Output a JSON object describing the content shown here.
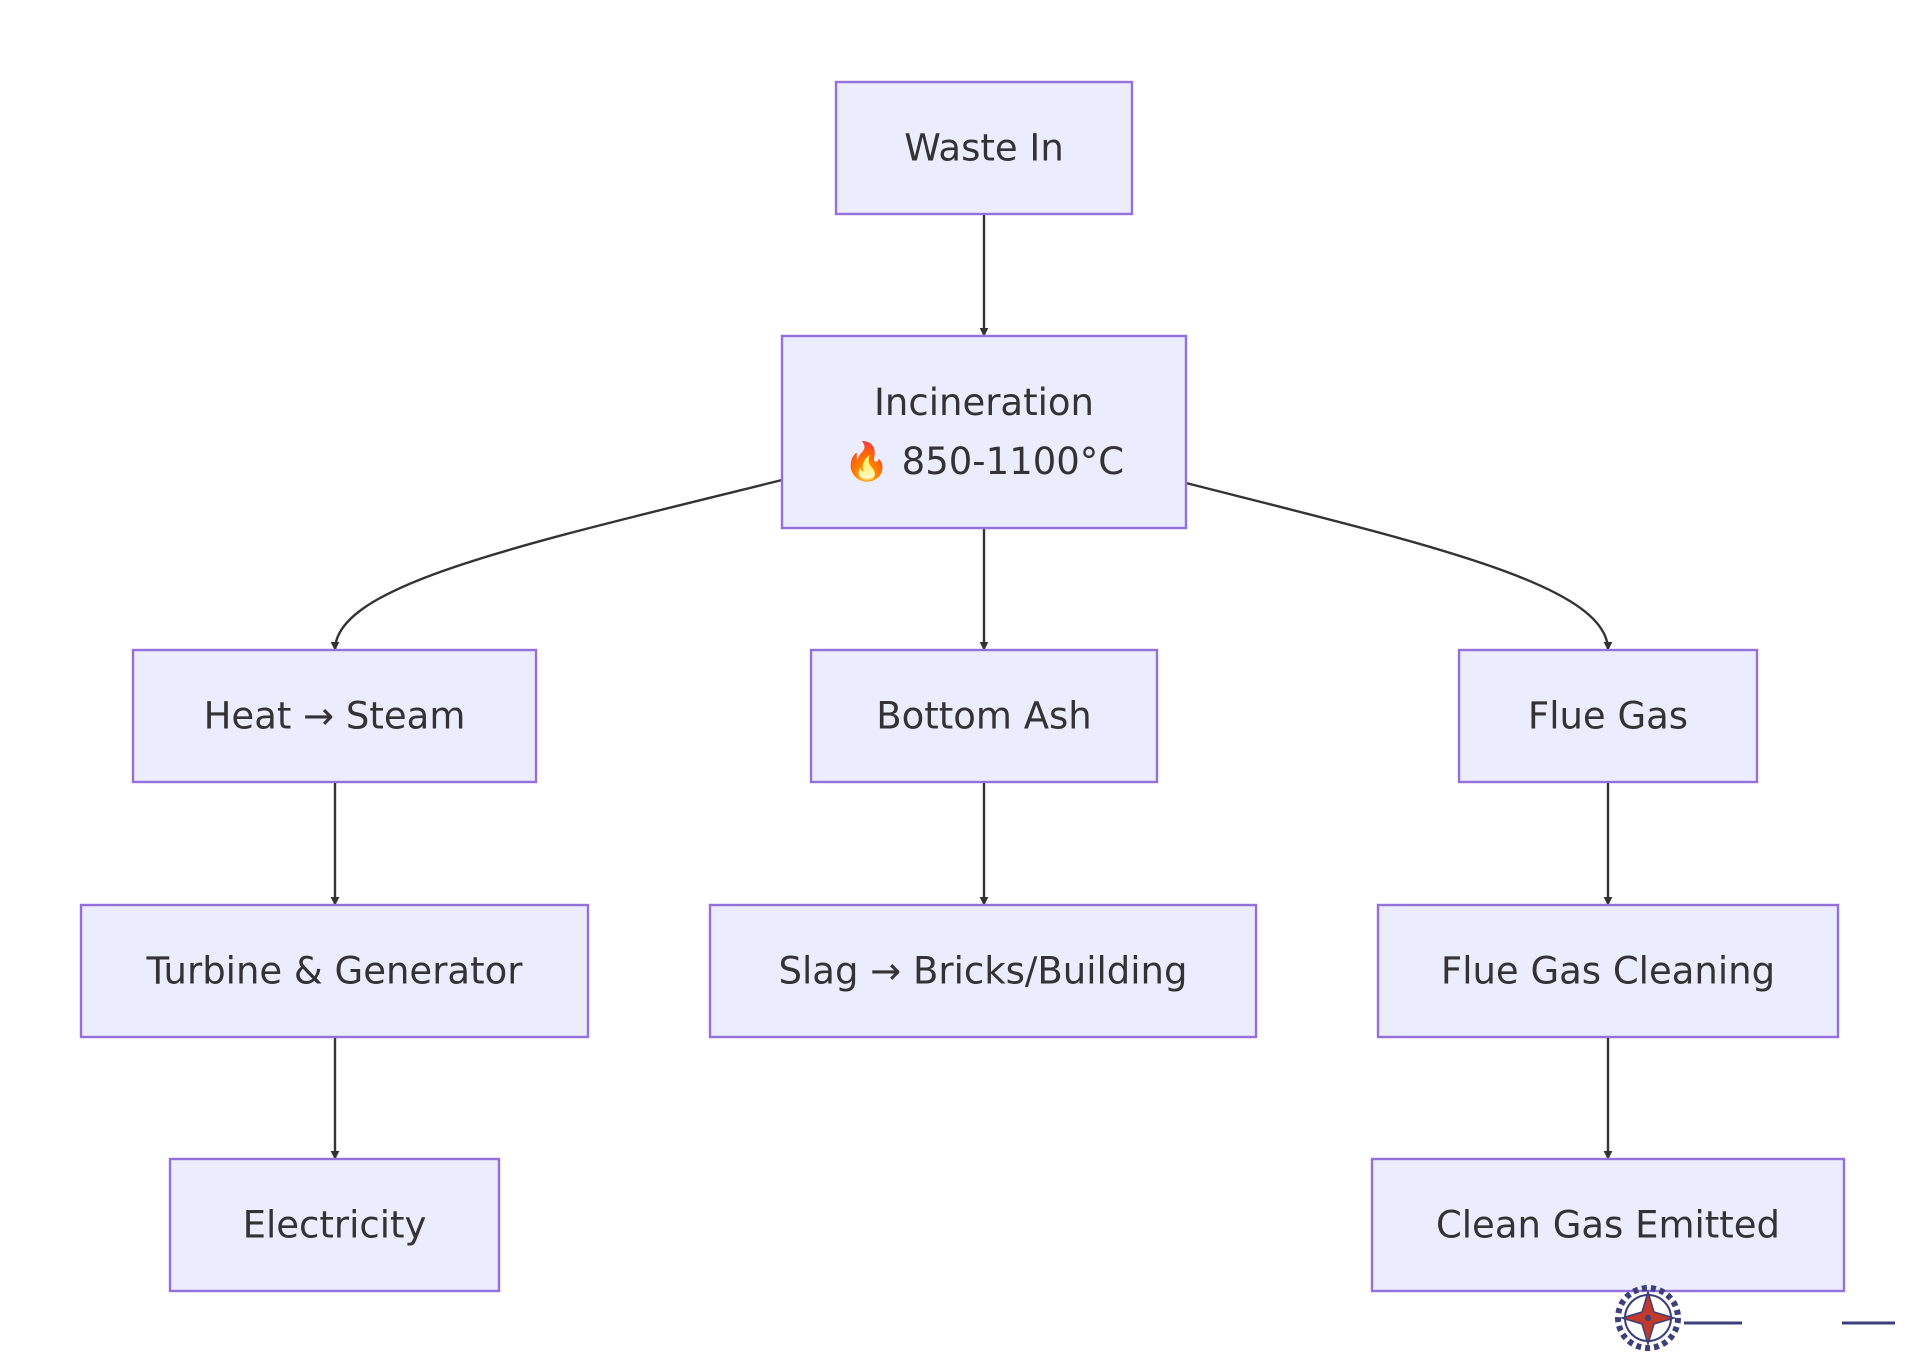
{
  "diagram": {
    "type": "flowchart",
    "colors": {
      "node_fill": "#ececff",
      "node_border": "#9370db",
      "text": "#333333",
      "edge": "#333333"
    },
    "nodes": [
      {
        "id": "waste-in",
        "lines": [
          "Waste In"
        ]
      },
      {
        "id": "incineration",
        "lines": [
          "Incineration",
          "🔥 850-1100°C"
        ]
      },
      {
        "id": "heat-steam",
        "lines": [
          "Heat → Steam"
        ]
      },
      {
        "id": "bottom-ash",
        "lines": [
          "Bottom Ash"
        ]
      },
      {
        "id": "flue-gas",
        "lines": [
          "Flue Gas"
        ]
      },
      {
        "id": "turbine-generator",
        "lines": [
          "Turbine & Generator"
        ]
      },
      {
        "id": "slag",
        "lines": [
          "Slag → Bricks/Building"
        ]
      },
      {
        "id": "flue-gas-cleaning",
        "lines": [
          "Flue Gas Cleaning"
        ]
      },
      {
        "id": "electricity",
        "lines": [
          "Electricity"
        ]
      },
      {
        "id": "clean-gas",
        "lines": [
          "Clean Gas Emitted"
        ]
      }
    ],
    "edges": [
      {
        "from": "waste-in",
        "to": "incineration"
      },
      {
        "from": "incineration",
        "to": "heat-steam"
      },
      {
        "from": "incineration",
        "to": "bottom-ash"
      },
      {
        "from": "incineration",
        "to": "flue-gas"
      },
      {
        "from": "heat-steam",
        "to": "turbine-generator"
      },
      {
        "from": "bottom-ash",
        "to": "slag"
      },
      {
        "from": "flue-gas",
        "to": "flue-gas-cleaning"
      },
      {
        "from": "turbine-generator",
        "to": "electricity"
      },
      {
        "from": "flue-gas-cleaning",
        "to": "clean-gas"
      }
    ]
  },
  "watermark": {
    "icon": "compass-gear-icon",
    "colors": {
      "ring": "#3b3f7a",
      "star": "#c0392b"
    }
  }
}
